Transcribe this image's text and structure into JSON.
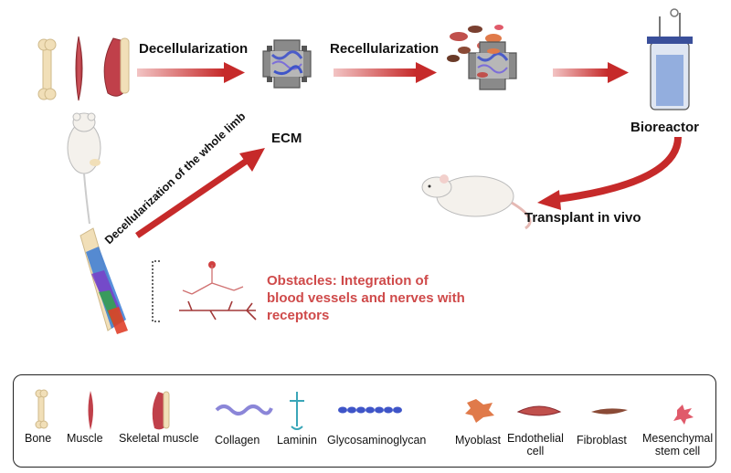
{
  "labels": {
    "decellularization": "Decellularization",
    "recellularization": "Recellularization",
    "ecm": "ECM",
    "bioreactor": "Bioreactor",
    "whole_limb": "Decellularization of the whole limb",
    "transplant": "Transplant in vivo",
    "obstacles_line1": "Obstacles: Integration of",
    "obstacles_line2": "blood vessels and nerves with",
    "obstacles_line3": "receptors"
  },
  "legend": {
    "items": [
      {
        "label": "Bone"
      },
      {
        "label": "Muscle"
      },
      {
        "label": "Skeletal muscle"
      },
      {
        "label": "Collagen"
      },
      {
        "label": "Laminin"
      },
      {
        "label": "Glycosaminoglycan"
      },
      {
        "label": "Myoblast"
      },
      {
        "label": "Endothelial",
        "label2": "cell"
      },
      {
        "label": "Fibroblast"
      },
      {
        "label": "Mesenchymal",
        "label2": "stem cell"
      }
    ]
  },
  "colors": {
    "arrow": "#c62a2a",
    "obstacles_text": "#cf4a4a",
    "muscle": "#c0404a",
    "bone": "#f1dfb8",
    "collagen": "#8b86d8",
    "gag": "#3f55c8"
  }
}
